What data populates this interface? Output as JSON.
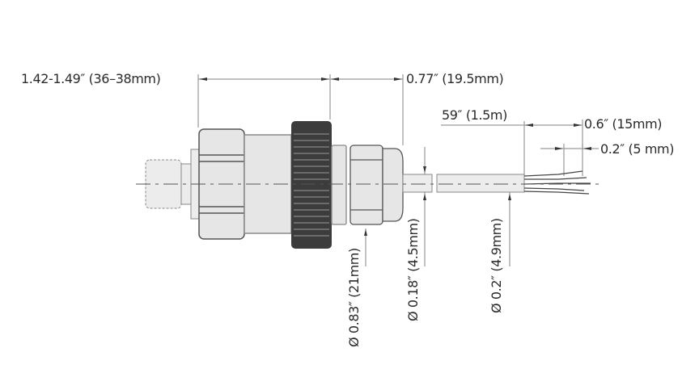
{
  "diagram": {
    "type": "dimensional drawing",
    "subject": "sensor with connector and cable gland",
    "dimensions": {
      "overall_length": "1.42-1.49″ (36–38mm)",
      "gland_length": "0.77″ (19.5mm)",
      "cable_length": "59″ (1.5m)",
      "stripped_length": "0.6″ (15mm)",
      "wire_end_length": "0.2″ (5 mm)",
      "body_diameter": "Ø 0.83″ (21mm)",
      "bore_diameter": "Ø 0.18″ (4.5mm)",
      "cable_diameter": "Ø 0.2″ (4.9mm)"
    },
    "colors": {
      "body_fill": "#e6e6e6",
      "outline": "#555555",
      "knurl_dark": "#3c3c3c",
      "dim_line": "#9a9a9a",
      "text": "#2a2a2a"
    }
  }
}
